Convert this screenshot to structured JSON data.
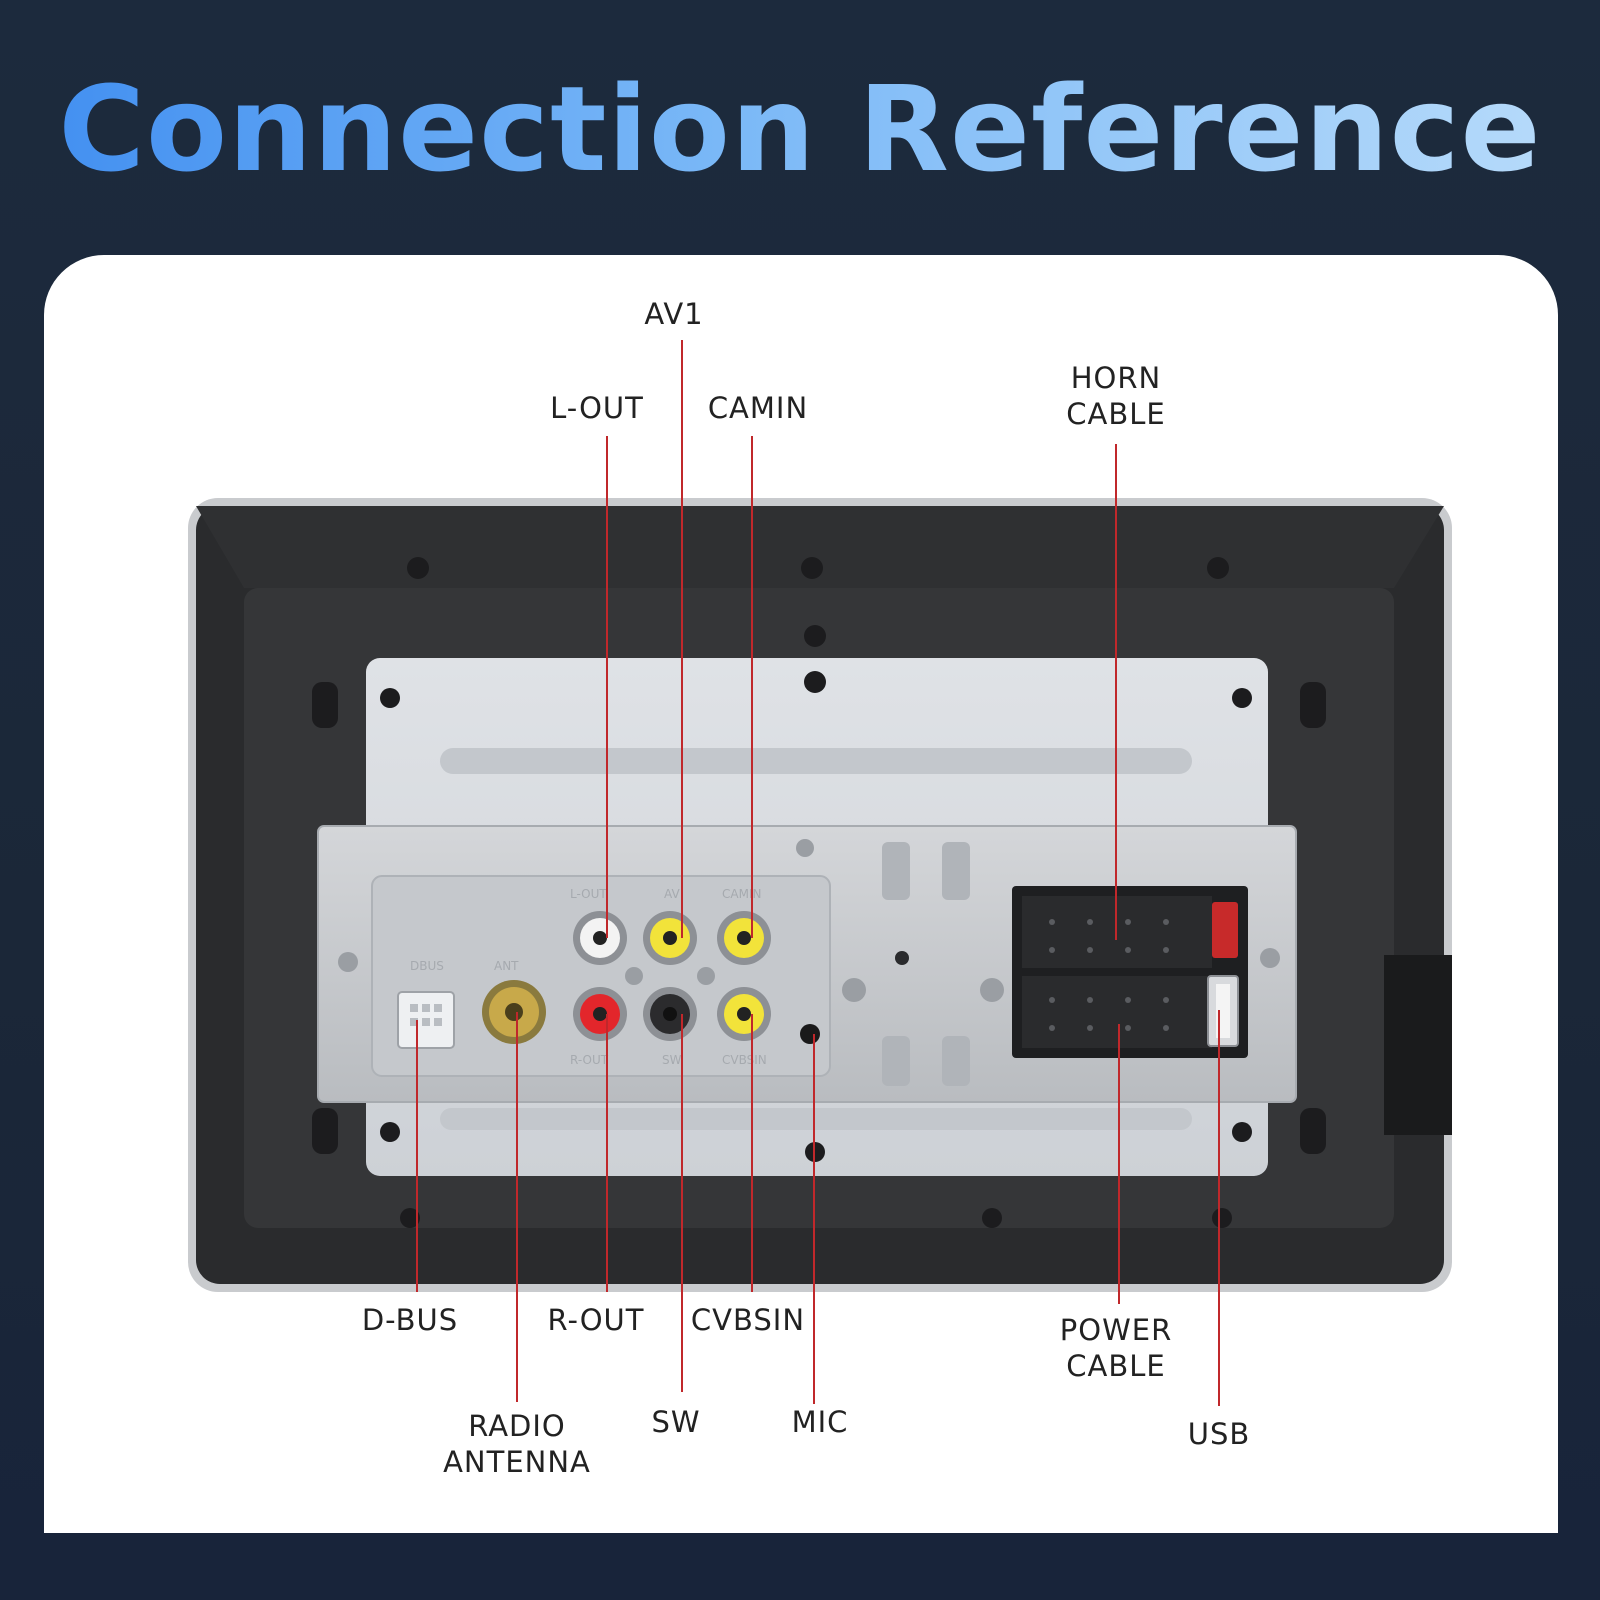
{
  "title": "Connection Reference",
  "colors": {
    "background": "#1c2a3d",
    "title_gradient": [
      "#3f8df0",
      "#b9dcfa"
    ],
    "panel": "#ffffff",
    "leader_line": "#c0282b"
  },
  "labels": {
    "av1": "AV1",
    "l_out": "L-OUT",
    "camin": "CAMIN",
    "horn_cable": [
      "HORN",
      "CABLE"
    ],
    "d_bus": "D-BUS",
    "r_out": "R-OUT",
    "cvbsin": "CVBSIN",
    "power_cable": [
      "POWER",
      "CABLE"
    ],
    "radio_antenna": [
      "RADIO",
      "ANTENNA"
    ],
    "sw": "SW",
    "mic": "MIC",
    "usb": "USB"
  },
  "panel_labels": {
    "dbus": "DBUS",
    "ant": "ANT",
    "lout": "L-OUT",
    "av": "AV",
    "camin": "CAMIN",
    "rout": "R-OUT",
    "sw": "SW",
    "cvbsin": "CVBSIN"
  }
}
